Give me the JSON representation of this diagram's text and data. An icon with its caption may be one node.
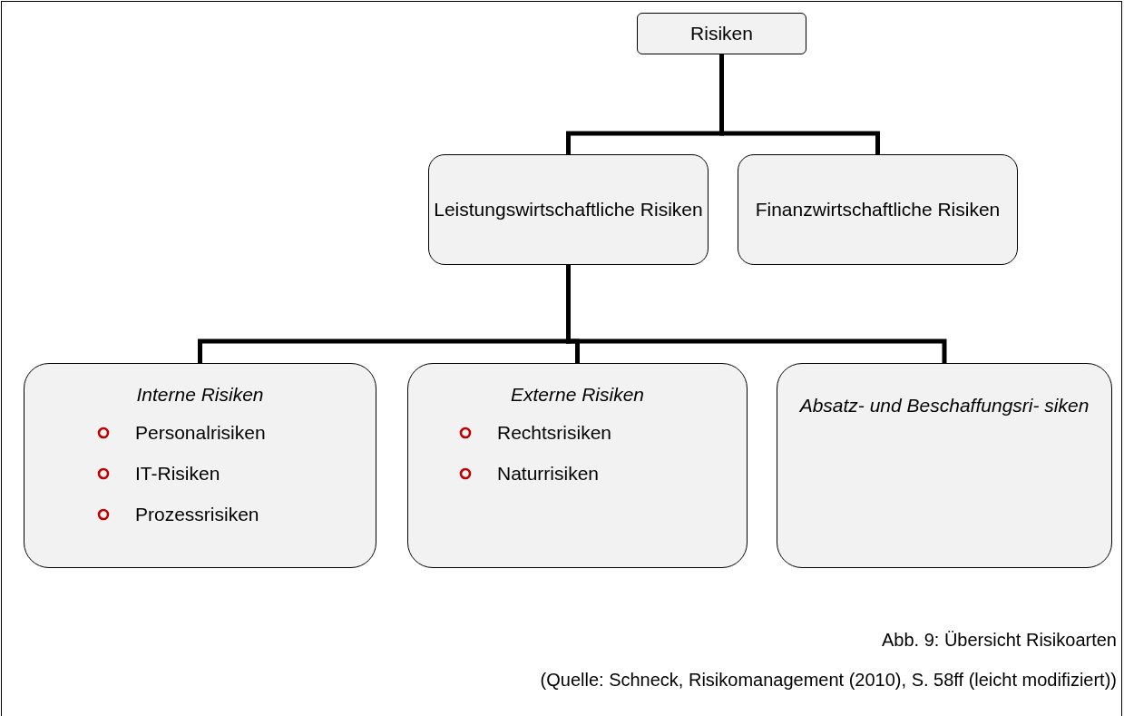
{
  "diagram": {
    "caption": "Abb. 9: Übersicht Risikoarten",
    "nodes": [
      {
        "text": [
          "Risiken"
        ]
      },
      {
        "text": [
          "Leistungswirtschaftliche Risiken"
        ]
      },
      {
        "text": [
          "Finanzwirtschaftliche Risiken"
        ]
      },
      {
        "text": [
          "Interne Risiken",
          "Personalrisiken",
          "IT-Risiken",
          "Prozessrisiken"
        ]
      },
      {
        "text": [
          "Externe Risiken",
          "Rechtsrisiken",
          "Naturrisiken"
        ]
      },
      {
        "text": [
          "Absatz- und Beschaffungsri- siken"
        ]
      }
    ],
    "edges": [
      {
        "from": 0,
        "to": 1,
        "arrow": "none"
      },
      {
        "from": 0,
        "to": 2,
        "arrow": "none"
      },
      {
        "from": 1,
        "to": 3,
        "arrow": "none"
      },
      {
        "from": 1,
        "to": 4,
        "arrow": "none"
      },
      {
        "from": 1,
        "to": 5,
        "arrow": "none"
      }
    ],
    "labels": [
      "(Quelle: Schneck, Risikomanagement (2010), S. 58ff (leicht modifiziert))"
    ]
  }
}
